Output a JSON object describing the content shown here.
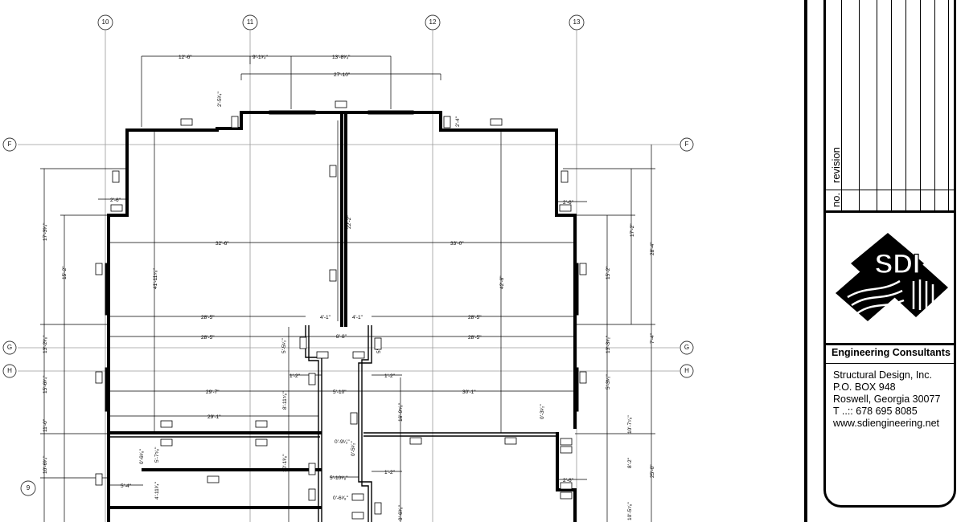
{
  "grid_bubbles": {
    "b10": "10",
    "b11": "11",
    "b12": "12",
    "b13": "13",
    "f": "F",
    "g": "G",
    "h": "H",
    "b9": "9"
  },
  "dimensions": {
    "d1": "12'-6\"",
    "d2": "9'-1³⁄₄\"",
    "d3": "13'-8³⁄₄\"",
    "d4": "27'-10\"",
    "d5": "2'-5³⁄₄\"",
    "d6": "2'-4\"",
    "d7": "2'-6\"",
    "d8": "2'-6\"",
    "d9": "32'-6\"",
    "d10": "33'-0\"",
    "d11": "17'-3³⁄₄\"",
    "d12": "15'-2\"",
    "d13": "41'-11⁷⁄₈\"",
    "d14": "22'-2\"",
    "d15": "42'-6\"",
    "d16": "17'-2\"",
    "d17": "15'-2\"",
    "d18": "28'-4\"",
    "d19": "28'-5\"",
    "d20": "4'-1\"",
    "d21": "4'-1\"",
    "d22": "28'-5\"",
    "d23": "28'-5\"",
    "d24": "8'-8\"",
    "d25": "28'-5\"",
    "d26": "13'-2³⁄₈\"",
    "d27": "13'-3¹⁄₂\"",
    "d28": "7'-4\"",
    "d29": "5'-5¹⁄₂\"",
    "d30": "5'-5¹⁄₂\"",
    "d31": "1'-2\"",
    "d32": "1'-2\"",
    "d33": "15'-6³⁄₄\"",
    "d34": "5'-3¹⁄₂\"",
    "d35": "29'-7\"",
    "d36": "5'-10\"",
    "d37": "30'-1\"",
    "d38": "8'-11⁵⁄₈\"",
    "d39": "29'-1\"",
    "d40": "16'-9⁵⁄₈\"",
    "d41": "0'-3¹⁄₂\"",
    "d42": "10'-7⁷⁄₈\"",
    "d43": "11'-0\"",
    "d44": "0'-9¹⁄₂\"",
    "d45": "5'-7⁵⁄₈\"",
    "d46": "0'-6¹⁄₈\"",
    "d47": "0'-5¹⁄₂\"",
    "d48": "10'-1³⁄₈\"",
    "d49": "1'-2\"",
    "d50": "8'-2\"",
    "d51": "25'-0\"",
    "d52": "10'-6³⁄₄\"",
    "d53": "5'-4\"",
    "d54": "4'-11³⁄₄\"",
    "d55": "5'-10³⁄₈\"",
    "d56": "2'-6\"",
    "d57": "0'-6³⁄₈\"",
    "d58": "9'-6³⁄₈\"",
    "d59": "10'-5⁷⁄₈\""
  },
  "title_block": {
    "revision_no_label": "no.",
    "revision_label": "revision",
    "logo_text": "SDI",
    "company_heading": "Engineering Consultants",
    "address_lines": [
      "Structural Design, Inc.",
      "P.O. BOX 948",
      "Roswell, Georgia 30077",
      "T ..:: 678  695  8085",
      "www.sdiengineering.net"
    ]
  }
}
